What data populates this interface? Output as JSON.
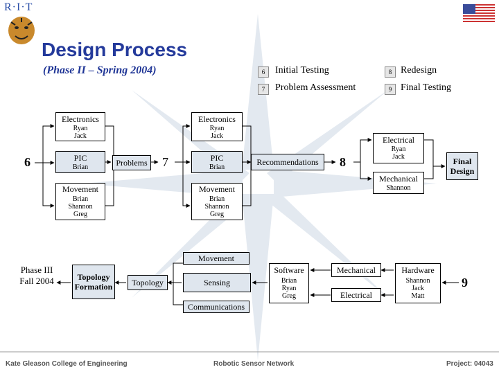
{
  "header": {
    "logo_text": "R·I·T",
    "title": "Design Process",
    "subtitle": "(Phase II – Spring 2004)"
  },
  "legend": [
    {
      "num": "6",
      "label": "Initial Testing"
    },
    {
      "num": "7",
      "label": "Problem Assessment"
    },
    {
      "num": "8",
      "label": "Redesign"
    },
    {
      "num": "9",
      "label": "Final Testing"
    }
  ],
  "top_flow": {
    "start_num": "6",
    "electronics1": {
      "title": "Electronics",
      "names": [
        "Ryan",
        "Jack"
      ]
    },
    "pic1": {
      "title": "PIC",
      "names": [
        "Brian"
      ]
    },
    "movement1": {
      "title": "Movement",
      "names": [
        "Brian",
        "Shannon",
        "Greg"
      ]
    },
    "problems": "Problems",
    "num7": "7",
    "electronics2": {
      "title": "Electronics",
      "names": [
        "Ryan",
        "Jack"
      ]
    },
    "pic2": {
      "title": "PIC",
      "names": [
        "Brian"
      ]
    },
    "movement2": {
      "title": "Movement",
      "names": [
        "Brian",
        "Shannon",
        "Greg"
      ]
    },
    "recommendations": "Recommendations",
    "num8": "8",
    "electrical": {
      "title": "Electrical",
      "names": [
        "Ryan",
        "Jack"
      ]
    },
    "mechanical": {
      "title": "Mechanical",
      "names": [
        "Shannon"
      ]
    },
    "final_design": "Final Design"
  },
  "bottom_flow": {
    "phase3": "Phase III Fall 2004",
    "topology_formation": "Topology Formation",
    "topology": "Topology",
    "movement": "Movement",
    "sensing": "Sensing",
    "communications": "Communications",
    "software": {
      "title": "Software",
      "names": [
        "Brian",
        "Ryan",
        "Greg"
      ]
    },
    "mechanical": "Mechanical",
    "electrical": "Electrical",
    "hardware": {
      "title": "Hardware",
      "names": [
        "Shannon",
        "Jack",
        "Matt"
      ]
    },
    "num9": "9"
  },
  "footer": {
    "left": "Kate Gleason College of Engineering",
    "center": "Robotic Sensor Network",
    "right": "Project: 04043"
  },
  "colors": {
    "title": "#243a9b",
    "watermark": "#dfe6ee"
  }
}
